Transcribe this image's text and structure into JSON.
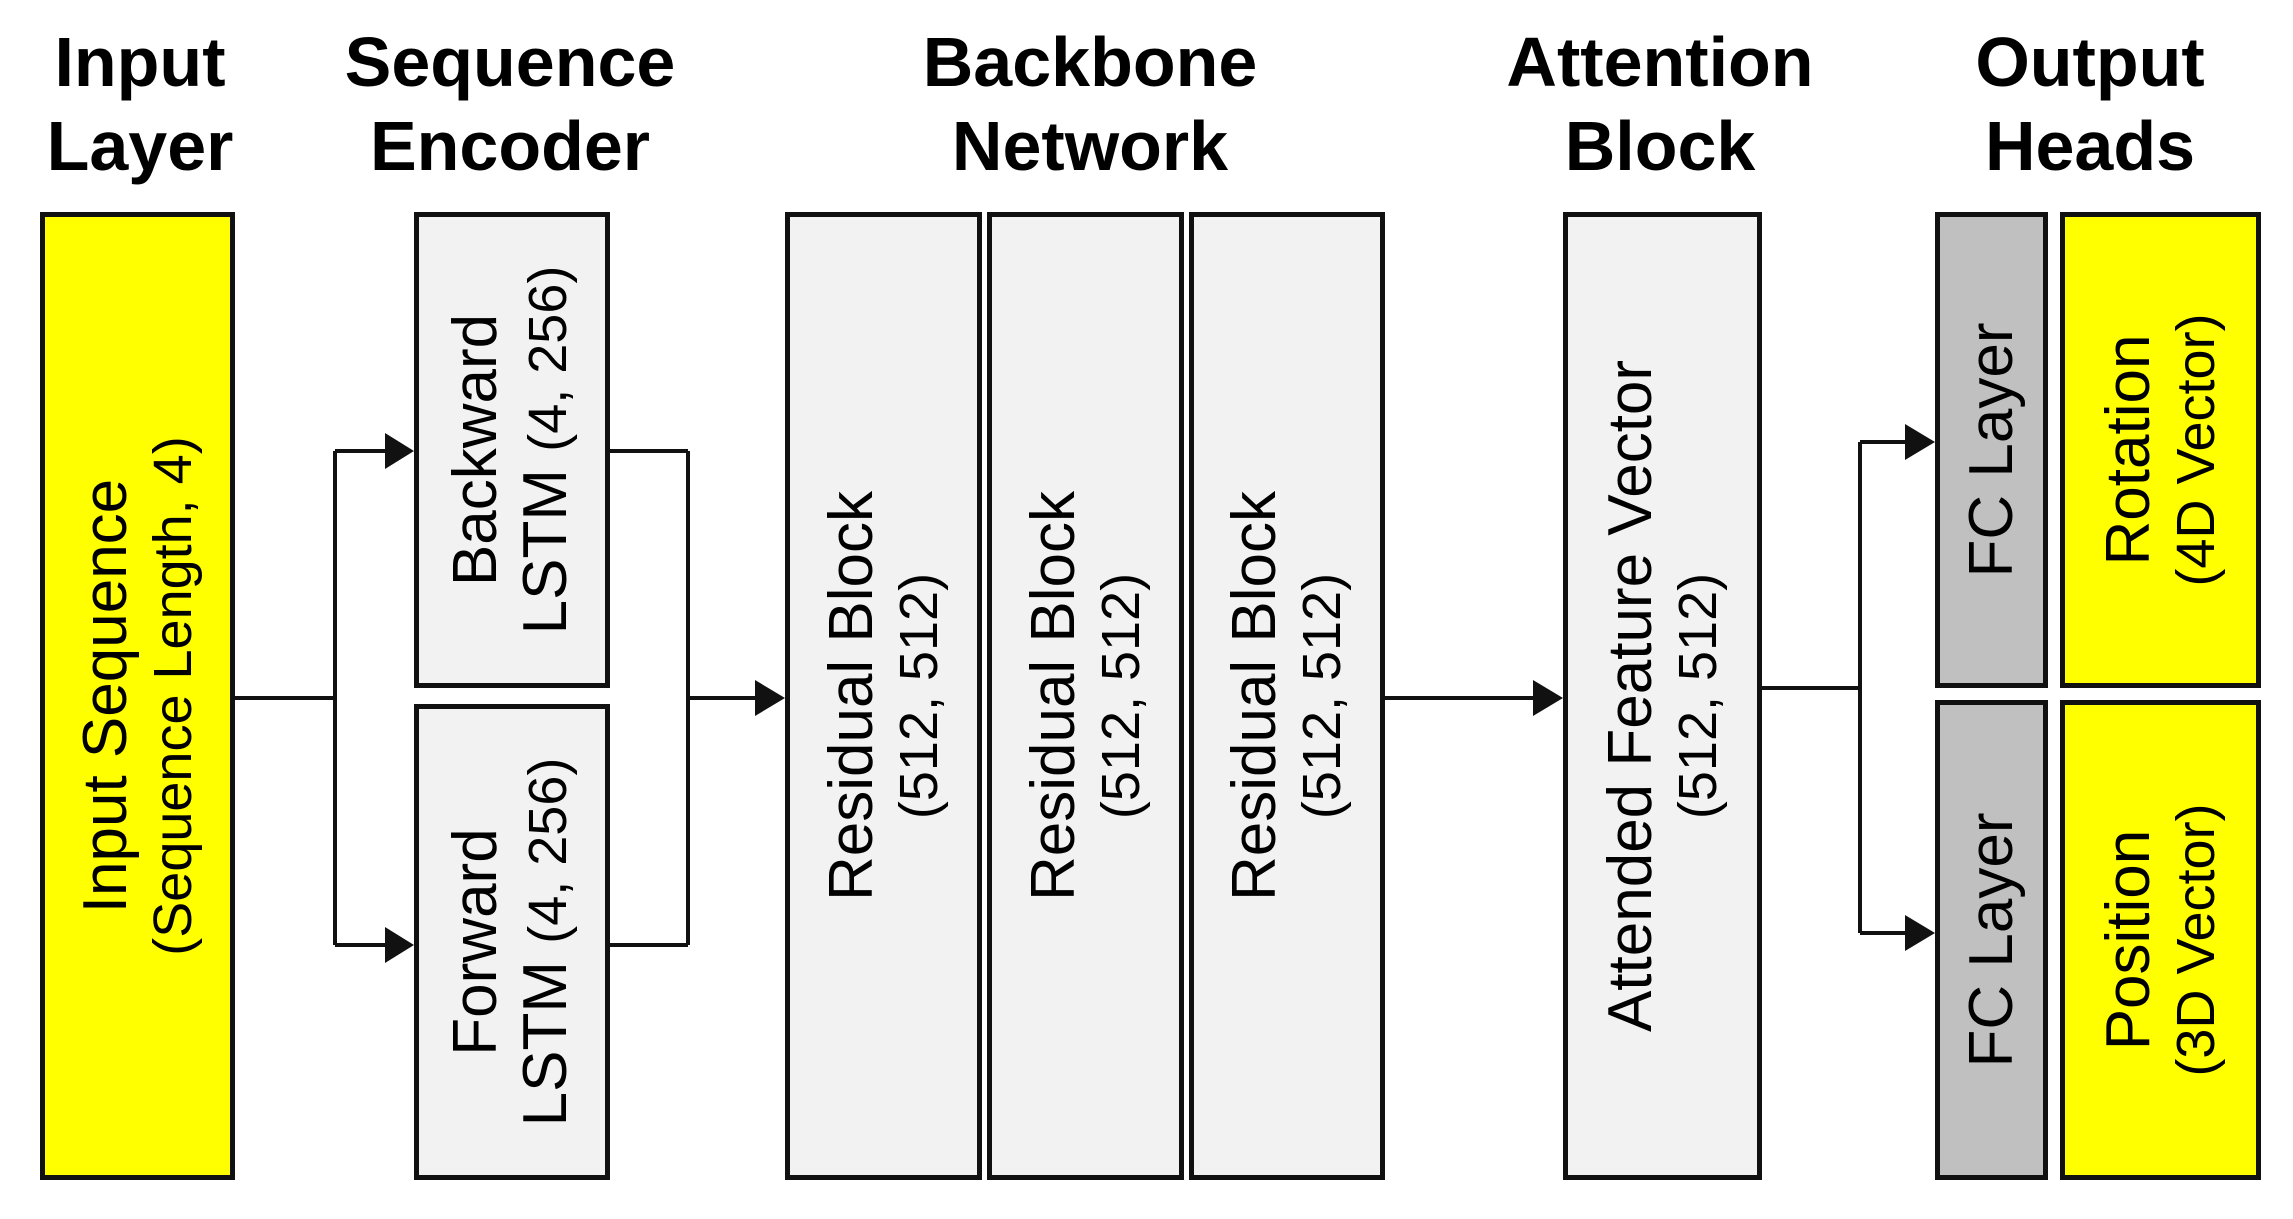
{
  "headers": {
    "input": [
      "Input",
      "Layer"
    ],
    "encoder": [
      "Sequence",
      "Encoder"
    ],
    "backbone": [
      "Backbone",
      "Network"
    ],
    "attention": [
      "Attention",
      "Block"
    ],
    "output": [
      "Output",
      "Heads"
    ]
  },
  "input_box": {
    "main": "Input Sequence",
    "sub": "(Sequence Length, 4)"
  },
  "backward_lstm": {
    "line1": "Backward",
    "line2": "LSTM",
    "dims": "(4, 256)"
  },
  "forward_lstm": {
    "line1": "Forward",
    "line2": "LSTM",
    "dims": "(4, 256)"
  },
  "residual_blocks": [
    {
      "main": "Residual Block",
      "sub": "(512, 512)"
    },
    {
      "main": "Residual Block",
      "sub": "(512, 512)"
    },
    {
      "main": "Residual Block",
      "sub": "(512, 512)"
    }
  ],
  "attention_box": {
    "main": "Attended Feature Vector",
    "sub": "(512, 512)"
  },
  "fc_layers": [
    "FC Layer",
    "FC Layer"
  ],
  "outputs": {
    "rotation": {
      "main": "Rotation",
      "sub": "(4D Vector)"
    },
    "position": {
      "main": "Position",
      "sub": "(3D Vector)"
    }
  },
  "colors": {
    "input": "#ffff00",
    "output": "#ffff00",
    "block": "#f2f2f2",
    "fc": "#c0c0c0",
    "line": "#111111"
  }
}
